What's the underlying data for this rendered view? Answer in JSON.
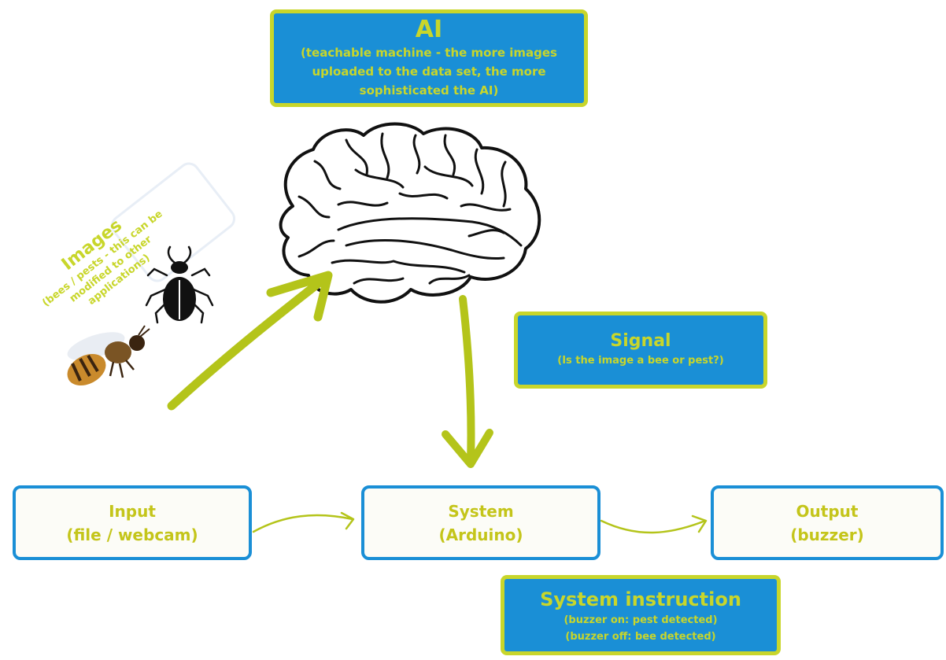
{
  "ai": {
    "title": "AI",
    "subtitle_lines": [
      "(teachable machine - the more images",
      "uploaded to the data set, the more",
      "sophisticated the AI)"
    ]
  },
  "signal": {
    "title": "Signal",
    "subtitle": "(Is the image a bee or pest?)"
  },
  "images": {
    "title": "Images",
    "subtitle_lines": [
      "(bees / pests - this can be",
      "modified to other",
      "applications)"
    ]
  },
  "input": {
    "line1": "Input",
    "line2": "(file / webcam)"
  },
  "system": {
    "line1": "System",
    "line2": "(Arduino)"
  },
  "output": {
    "line1": "Output",
    "line2": "(buzzer)"
  },
  "instruction": {
    "title": "System instruction",
    "lines": [
      "(buzzer on: pest detected)",
      "(buzzer off: bee detected)"
    ]
  },
  "colors": {
    "box_blue": "#1a8fd6",
    "accent_yellow": "#c8d62b",
    "arrow_green": "#b4c41a"
  },
  "icons": [
    "brain-icon",
    "beetle-icon",
    "bee-icon"
  ]
}
